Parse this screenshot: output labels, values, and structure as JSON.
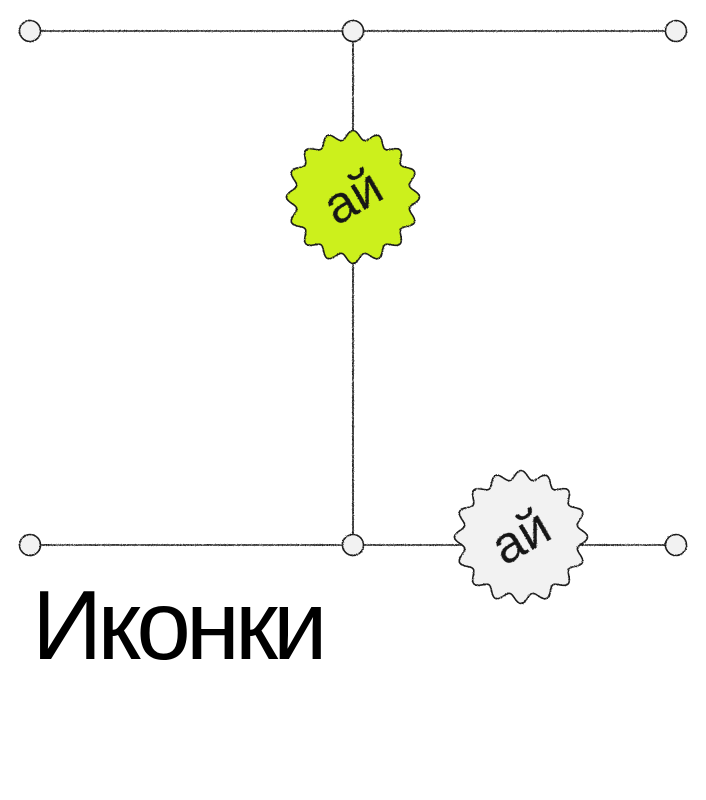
{
  "title": "Иконки",
  "badge_text": "ай",
  "badges": [
    {
      "name": "badge-green",
      "fill": "#ccf01e"
    },
    {
      "name": "badge-grey",
      "fill": "#f2f2f2"
    }
  ],
  "colors": {
    "line": "#1a1a1a",
    "node_fill": "#f2f2f2",
    "text": "#000000",
    "background": "#ffffff"
  }
}
